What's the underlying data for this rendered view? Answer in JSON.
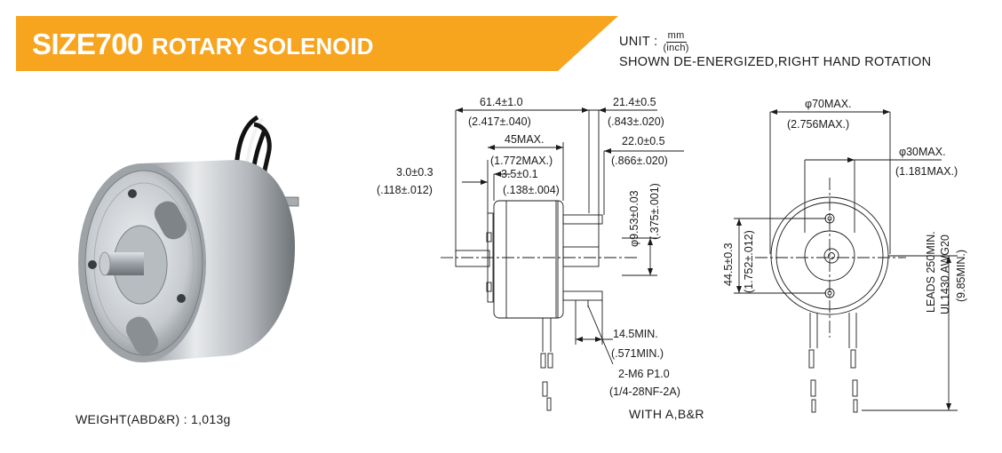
{
  "header": {
    "model": "SIZE700",
    "product": "ROTARY SOLENOID",
    "unit_label": "UNIT :",
    "unit_num": "mm",
    "unit_den": "(inch)",
    "note": "SHOWN DE-ENERGIZED,RIGHT HAND ROTATION"
  },
  "weight": "WEIGHT(ABD&R) : 1,013g",
  "with_note": "WITH A,B&R",
  "side_view": {
    "total_length": "61.4±1.0",
    "total_length_in": "(2.417±.040)",
    "body_length": "45MAX.",
    "body_length_in": "(1.772MAX.)",
    "right_shaft": "21.4±0.5",
    "right_shaft_in": "(.843±.020)",
    "right_shaft2": "22.0±0.5",
    "right_shaft2_in": "(.866±.020)",
    "flange": "3.0±0.3",
    "flange_in": "(.118±.012)",
    "hub": "3.5±0.1",
    "hub_in": "(.138±.004)",
    "shaft_dia": "φ9.53±0.03",
    "shaft_dia_in": "(.375±.001)",
    "stud": "14.5MIN.",
    "stud_in": "(.571MIN.)",
    "thread": "2-M6 P1.0",
    "thread_in": "(1/4-28NF-2A)"
  },
  "front_view": {
    "outer_dia": "φ70MAX.",
    "outer_dia_in": "(2.756MAX.)",
    "inner_dia": "φ30MAX.",
    "inner_dia_in": "(1.181MAX.)",
    "hole_spacing": "44.5±0.3",
    "hole_spacing_in": "(1.752±.012)",
    "leads": "LEADS 250MIN.",
    "leads_ul": "UL1430 AWG20",
    "leads_in": "(9.85MIN.)"
  },
  "colors": {
    "banner": "#f7a51f",
    "ink": "#1a1a1a"
  }
}
